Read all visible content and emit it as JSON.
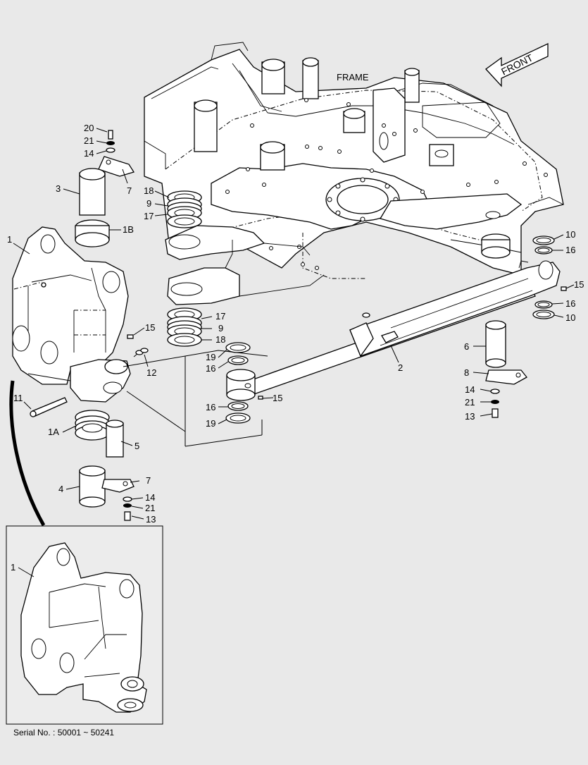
{
  "diagram": {
    "frame_label": "FRAME",
    "front_label": "FRONT",
    "serial_text": "Serial No. : 50001 ~ 50241",
    "callouts": [
      {
        "id": "c20",
        "text": "20"
      },
      {
        "id": "c21a",
        "text": "21"
      },
      {
        "id": "c14a",
        "text": "14"
      },
      {
        "id": "c7a",
        "text": "7"
      },
      {
        "id": "c3",
        "text": "3"
      },
      {
        "id": "c1b",
        "text": "1B"
      },
      {
        "id": "c1",
        "text": "1"
      },
      {
        "id": "c18a",
        "text": "18"
      },
      {
        "id": "c9a",
        "text": "9"
      },
      {
        "id": "c17a",
        "text": "17"
      },
      {
        "id": "c17b",
        "text": "17"
      },
      {
        "id": "c9b",
        "text": "9"
      },
      {
        "id": "c18b",
        "text": "18"
      },
      {
        "id": "c15a",
        "text": "15"
      },
      {
        "id": "c12",
        "text": "12"
      },
      {
        "id": "c11",
        "text": "11"
      },
      {
        "id": "c1a",
        "text": "1A"
      },
      {
        "id": "c5",
        "text": "5"
      },
      {
        "id": "c4",
        "text": "4"
      },
      {
        "id": "c7b",
        "text": "7"
      },
      {
        "id": "c14b",
        "text": "14"
      },
      {
        "id": "c21b",
        "text": "21"
      },
      {
        "id": "c13a",
        "text": "13"
      },
      {
        "id": "c19a",
        "text": "19"
      },
      {
        "id": "c16a",
        "text": "16"
      },
      {
        "id": "c15b",
        "text": "15"
      },
      {
        "id": "c16b",
        "text": "16"
      },
      {
        "id": "c19b",
        "text": "19"
      },
      {
        "id": "c2",
        "text": "2"
      },
      {
        "id": "c10a",
        "text": "10"
      },
      {
        "id": "c16c",
        "text": "16"
      },
      {
        "id": "c15c",
        "text": "15"
      },
      {
        "id": "c16d",
        "text": "16"
      },
      {
        "id": "c10b",
        "text": "10"
      },
      {
        "id": "c6",
        "text": "6"
      },
      {
        "id": "c8",
        "text": "8"
      },
      {
        "id": "c14c",
        "text": "14"
      },
      {
        "id": "c21c",
        "text": "21"
      },
      {
        "id": "c13b",
        "text": "13"
      },
      {
        "id": "cin1",
        "text": "1"
      }
    ]
  }
}
